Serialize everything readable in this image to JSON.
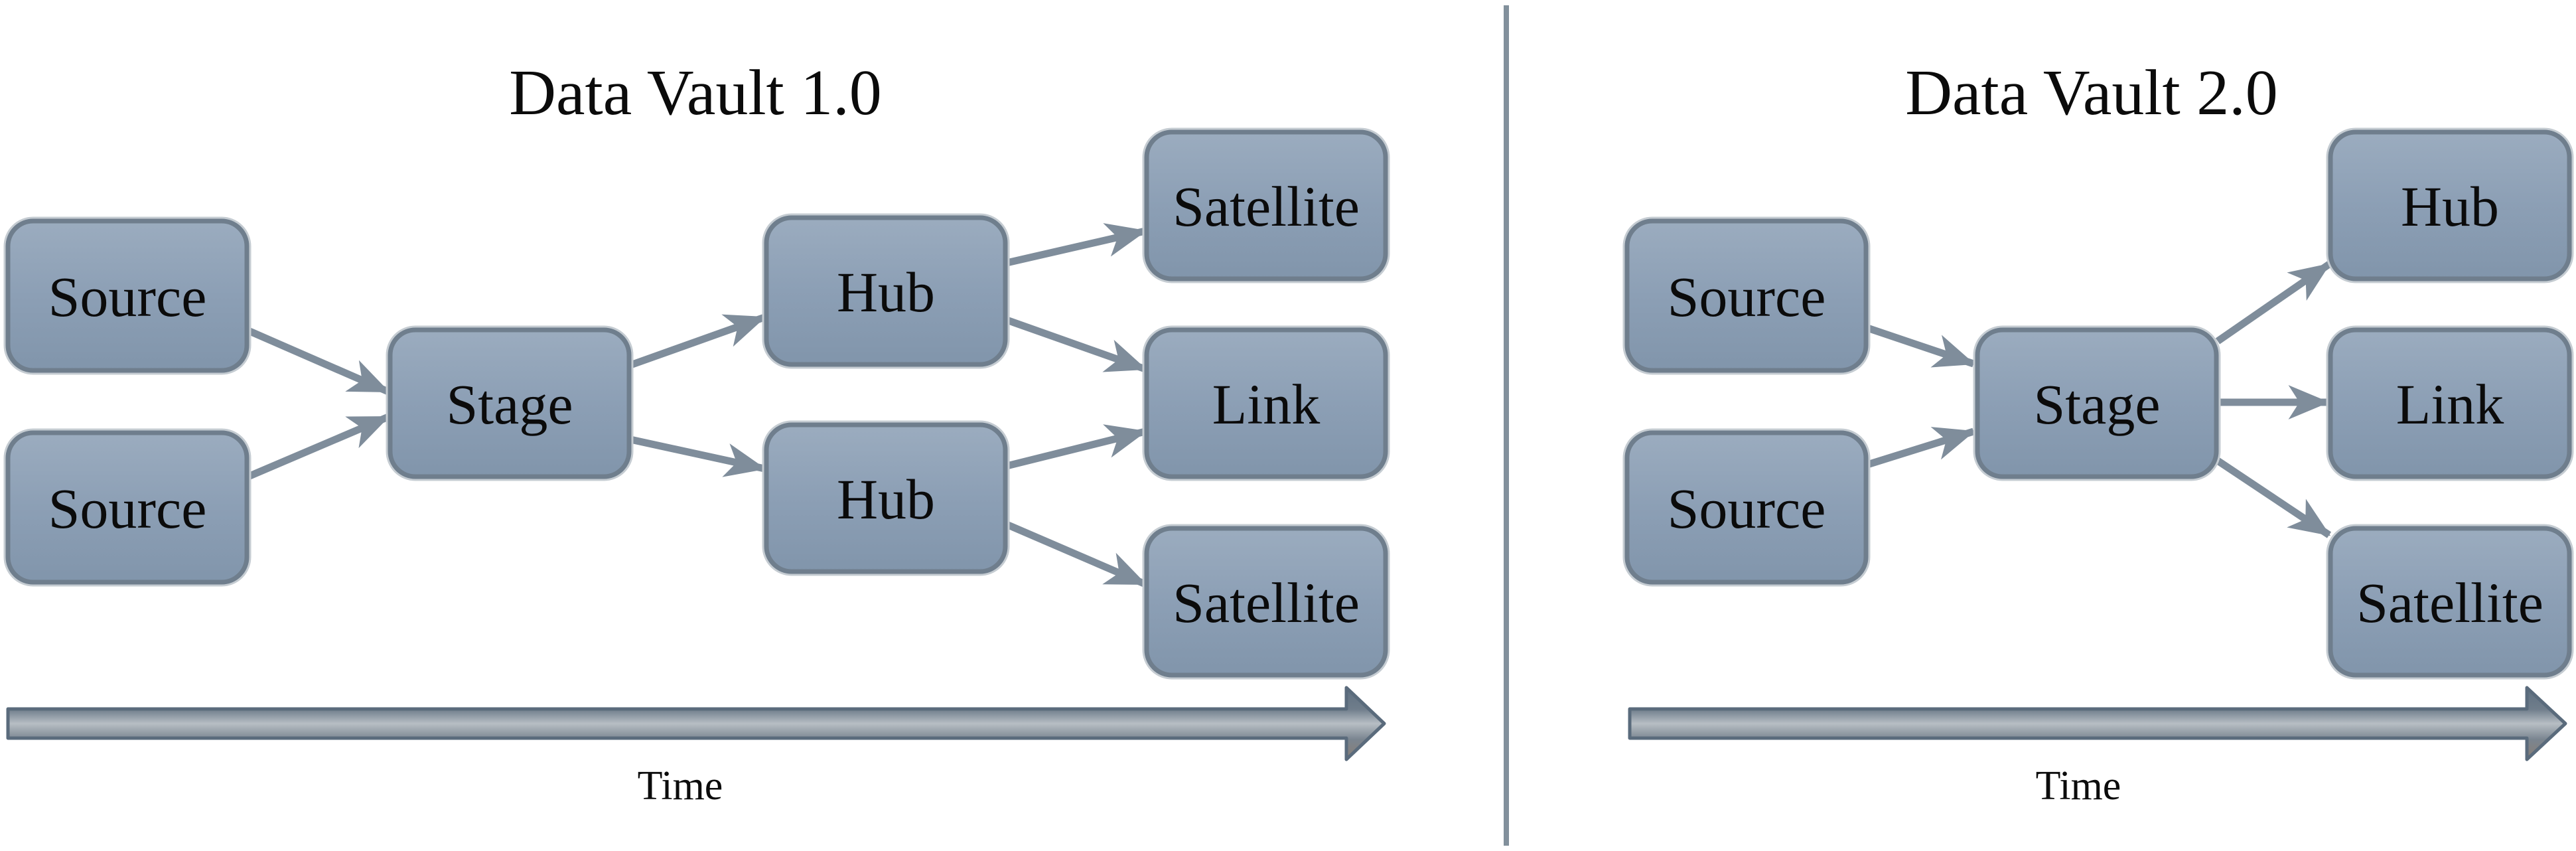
{
  "left": {
    "title": "Data Vault 1.0",
    "time_label": "Time",
    "nodes": {
      "source1": {
        "label": "Source"
      },
      "source2": {
        "label": "Source"
      },
      "stage": {
        "label": "Stage"
      },
      "hub1": {
        "label": "Hub"
      },
      "hub2": {
        "label": "Hub"
      },
      "satellite1": {
        "label": "Satellite"
      },
      "link": {
        "label": "Link"
      },
      "satellite2": {
        "label": "Satellite"
      }
    },
    "edges": [
      {
        "from": "source1",
        "to": "stage"
      },
      {
        "from": "source2",
        "to": "stage"
      },
      {
        "from": "stage",
        "to": "hub1"
      },
      {
        "from": "stage",
        "to": "hub2"
      },
      {
        "from": "hub1",
        "to": "satellite1"
      },
      {
        "from": "hub1",
        "to": "link"
      },
      {
        "from": "hub2",
        "to": "link"
      },
      {
        "from": "hub2",
        "to": "satellite2"
      }
    ]
  },
  "right": {
    "title": "Data Vault 2.0",
    "time_label": "Time",
    "nodes": {
      "source1": {
        "label": "Source"
      },
      "source2": {
        "label": "Source"
      },
      "stage": {
        "label": "Stage"
      },
      "hub": {
        "label": "Hub"
      },
      "link": {
        "label": "Link"
      },
      "satellite": {
        "label": "Satellite"
      }
    },
    "edges": [
      {
        "from": "source1",
        "to": "stage"
      },
      {
        "from": "source2",
        "to": "stage"
      },
      {
        "from": "stage",
        "to": "hub"
      },
      {
        "from": "stage",
        "to": "link"
      },
      {
        "from": "stage",
        "to": "satellite"
      }
    ]
  },
  "colors": {
    "background": "#FFFFFF",
    "node_fill_top": "#9BACBF",
    "node_fill_mid": "#8C9FB5",
    "node_fill_bottom": "#8195AB",
    "node_border": "#6F7E8D",
    "node_rim": "#C5CCD2",
    "connector": "#7F8D9B",
    "divider": "#82909C",
    "text": "#0B0B0B",
    "timeline_outline": "#5A6B7C",
    "timeline_top": "#5F7081",
    "timeline_upper": "#6F7D8B",
    "timeline_center": "#B7BEC4",
    "timeline_lower": "#7A8590",
    "timeline_bottom": "#897E75"
  }
}
